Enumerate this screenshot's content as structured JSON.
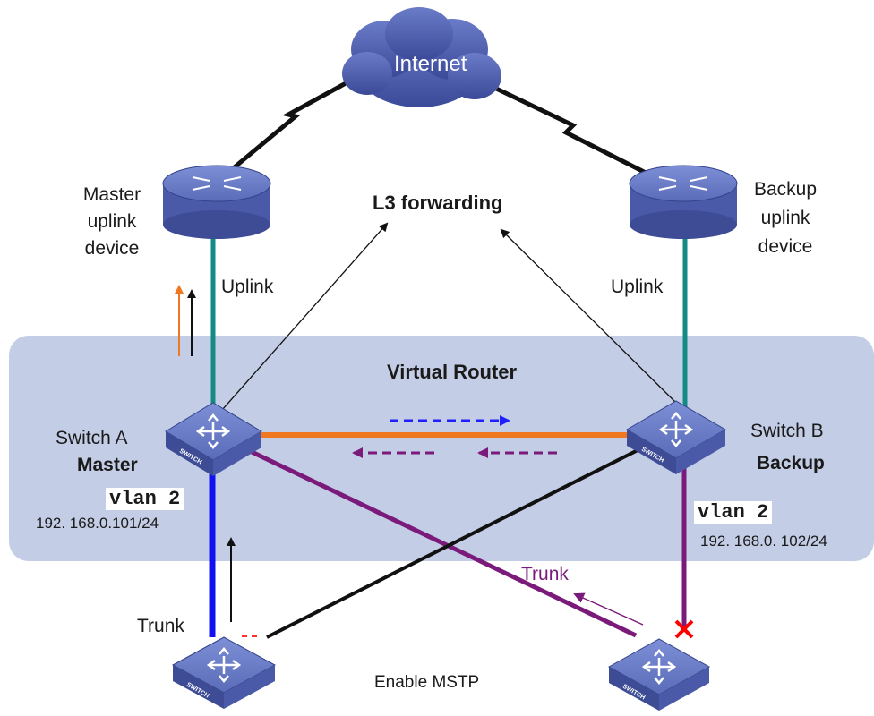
{
  "cloud": {
    "label": "Internet"
  },
  "master_uplink": {
    "label_lines": [
      "Master",
      "uplink",
      "device"
    ]
  },
  "backup_uplink": {
    "label_lines": [
      "Backup",
      "uplink",
      "device"
    ]
  },
  "l3_label": "L3 forwarding",
  "uplink_left": "Uplink",
  "uplink_right": "Uplink",
  "virtual_router": "Virtual Router",
  "switch_a": {
    "name": "Switch A",
    "role": "Master",
    "vlan": "vlan 2",
    "ip": "192. 168.0.101/24",
    "badge": "SWITCH"
  },
  "switch_b": {
    "name": "Switch B",
    "role": "Backup",
    "vlan": "vlan 2",
    "ip": "192. 168.0. 102/24",
    "badge": "SWITCH"
  },
  "trunk_left": "Trunk",
  "trunk_right": "Trunk",
  "access_left": {
    "badge": "SWITCH"
  },
  "access_right": {
    "badge": "SWITCH"
  },
  "mstp_label": "Enable MSTP",
  "colors": {
    "cloud": "#4a5aa8",
    "panel": "#c3cde6",
    "uplink_line": "#138a85",
    "orange_link": "#f07820",
    "purple_link": "#7a1a7a",
    "blue_link": "#1010f0",
    "dash_blue": "#2020ff",
    "dash_purple": "#7a1a7a",
    "blocked_mark": "#ff0000",
    "device": "#4a5aa8"
  }
}
